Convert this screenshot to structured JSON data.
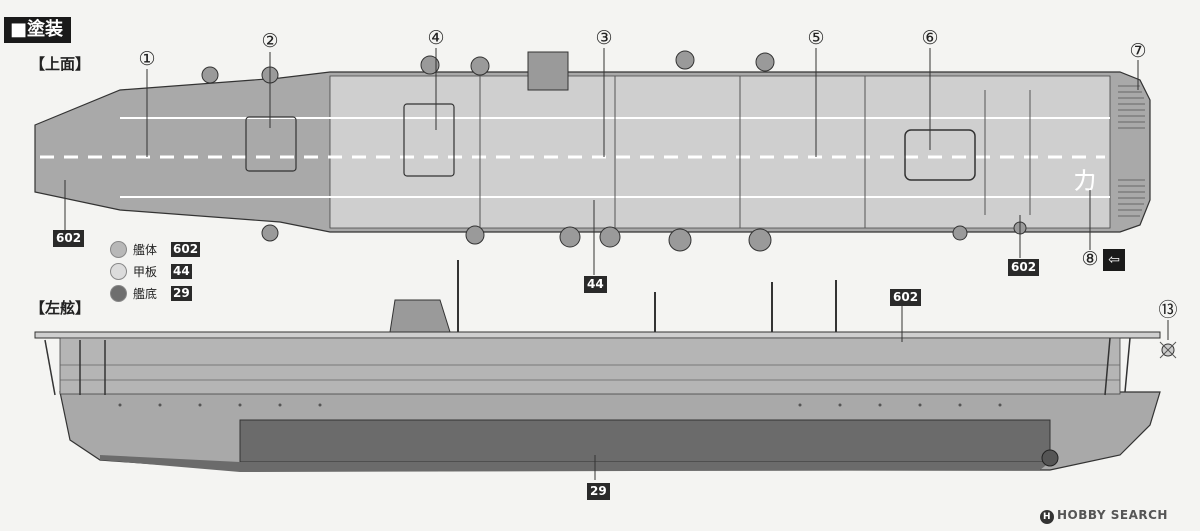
{
  "header": {
    "section_title": "■塗装"
  },
  "views": {
    "top_label": "【上面】",
    "side_label": "【左舷】"
  },
  "callouts": [
    "①",
    "②",
    "③",
    "④",
    "⑤",
    "⑥",
    "⑦",
    "⑧",
    "⑬"
  ],
  "codes": {
    "hull": "602",
    "deck": "44",
    "bottom": "29"
  },
  "legend": {
    "items": [
      {
        "name": "艦体",
        "code": "602",
        "color": "#b8b8b8"
      },
      {
        "name": "甲板",
        "code": "44",
        "color": "#dcdcdc"
      },
      {
        "name": "艦底",
        "code": "29",
        "color": "#6e6e6e"
      }
    ]
  },
  "deck_marking": "カ",
  "colors": {
    "hull": "#a9a9a9",
    "deck": "#cfcfcf",
    "bottom": "#6b6b6b",
    "dark": "#2a2a2a"
  },
  "watermark": "HOBBY SEARCH"
}
